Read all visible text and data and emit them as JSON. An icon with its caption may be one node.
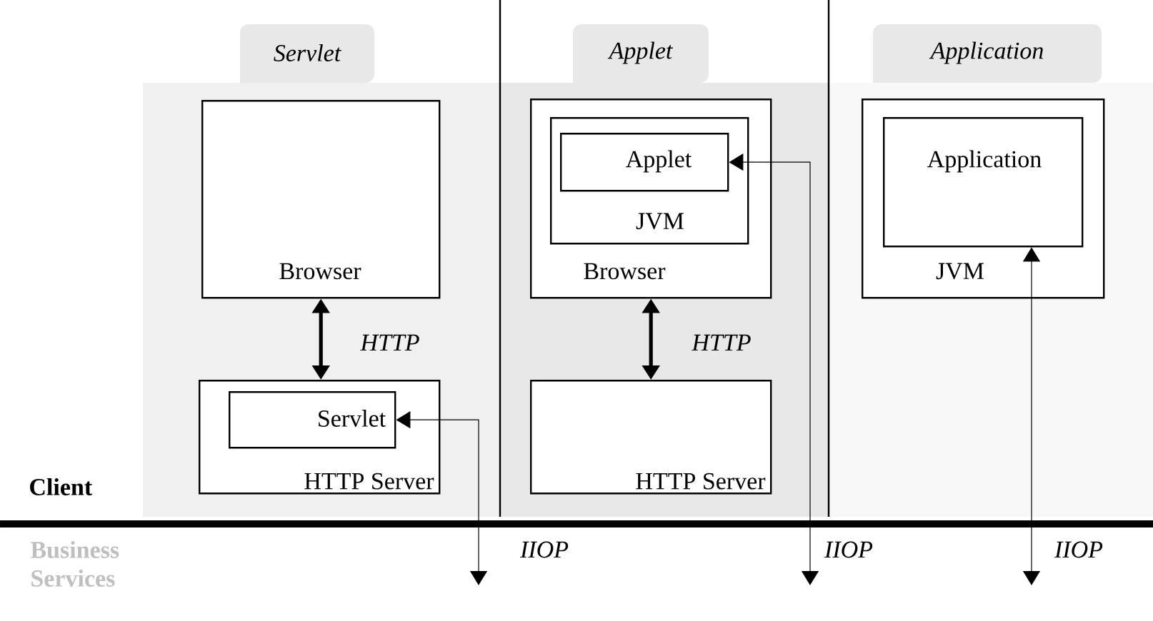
{
  "diagram": {
    "nodes": [
      {
        "text": [
          "Servlet"
        ]
      },
      {
        "text": [
          "Browser"
        ],
        "in": 0
      },
      {
        "text": [
          "HTTP Server"
        ],
        "in": 0
      },
      {
        "text": [
          "Servlet"
        ],
        "in": 2
      },
      {
        "text": [
          "Applet"
        ]
      },
      {
        "text": [
          "Browser"
        ],
        "in": 4
      },
      {
        "text": [
          "JVM"
        ],
        "in": 5
      },
      {
        "text": [
          "Applet"
        ],
        "in": 6
      },
      {
        "text": [
          "HTTP Server"
        ],
        "in": 4
      },
      {
        "text": [
          "Application"
        ]
      },
      {
        "text": [
          "JVM"
        ],
        "in": 9
      },
      {
        "text": [
          "Application"
        ],
        "in": 10
      }
    ],
    "edges": [
      {
        "from": 1,
        "to": 2,
        "arrow": "both",
        "label": "HTTP",
        "style": "thick"
      },
      {
        "from": 5,
        "to": 8,
        "arrow": "both",
        "label": "HTTP",
        "style": "thick"
      },
      {
        "from": 3,
        "to": null,
        "arrow": "both",
        "label": "IIOP"
      },
      {
        "from": 7,
        "to": null,
        "arrow": "both",
        "label": "IIOP"
      },
      {
        "from": 11,
        "to": null,
        "arrow": "both",
        "label": "IIOP"
      }
    ],
    "labels": [
      "Client",
      "Business Services"
    ]
  }
}
